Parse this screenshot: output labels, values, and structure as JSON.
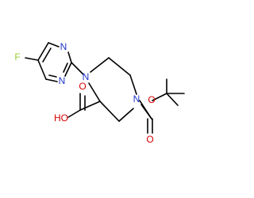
{
  "atoms": {
    "fluorine": "F",
    "pyrimidine_n_upper": "N",
    "pyrimidine_n_lower": "N",
    "piperazine_n1": "N",
    "piperazine_n4": "N",
    "acid_oh": "HO",
    "acid_carbonyl_o": "O",
    "boc_ester_o": "O",
    "boc_carbonyl_o": "O"
  },
  "colors": {
    "bond": "#000000",
    "fluorine": "#9acd32",
    "nitrogen": "#1f35c9",
    "oxygen": "#d60000"
  }
}
